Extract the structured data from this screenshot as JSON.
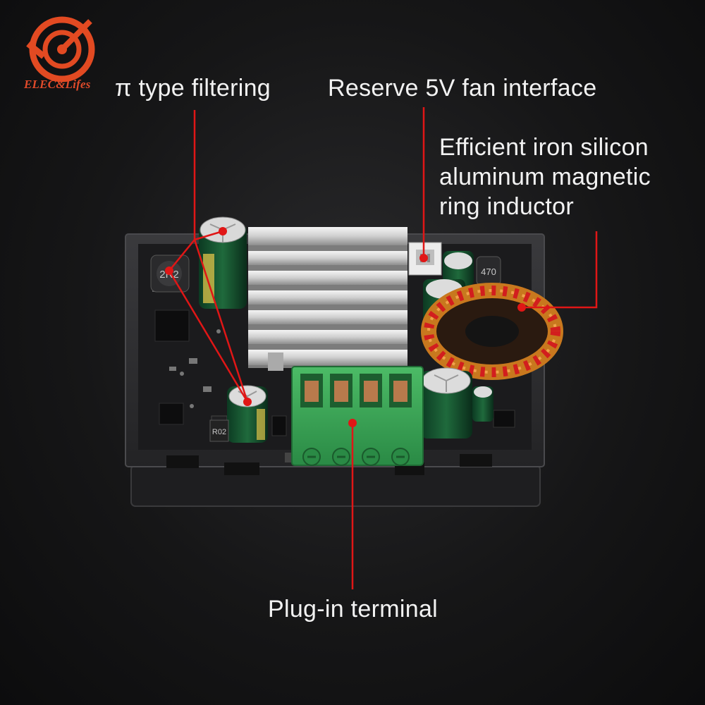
{
  "brand": {
    "name": "ELEC&Lifes"
  },
  "callouts": {
    "pi_filter": "π type filtering",
    "fan": "Reserve 5V fan interface",
    "inductor_lines": [
      "Efficient iron silicon",
      "aluminum magnetic",
      "ring inductor"
    ],
    "terminal": "Plug-in terminal"
  },
  "board_markings": {
    "inductor_left": "2R2",
    "resistor_r": "R02",
    "inductor_small": "470"
  },
  "colors": {
    "callout_red": "#e01616",
    "terminal_green": "#3aa655",
    "heatsink": "#d8d8d8",
    "coil_copper": "#c8781e",
    "coil_red": "#d21e1e",
    "pcb": "#1b1b1d",
    "text": "#f2f2f2"
  }
}
